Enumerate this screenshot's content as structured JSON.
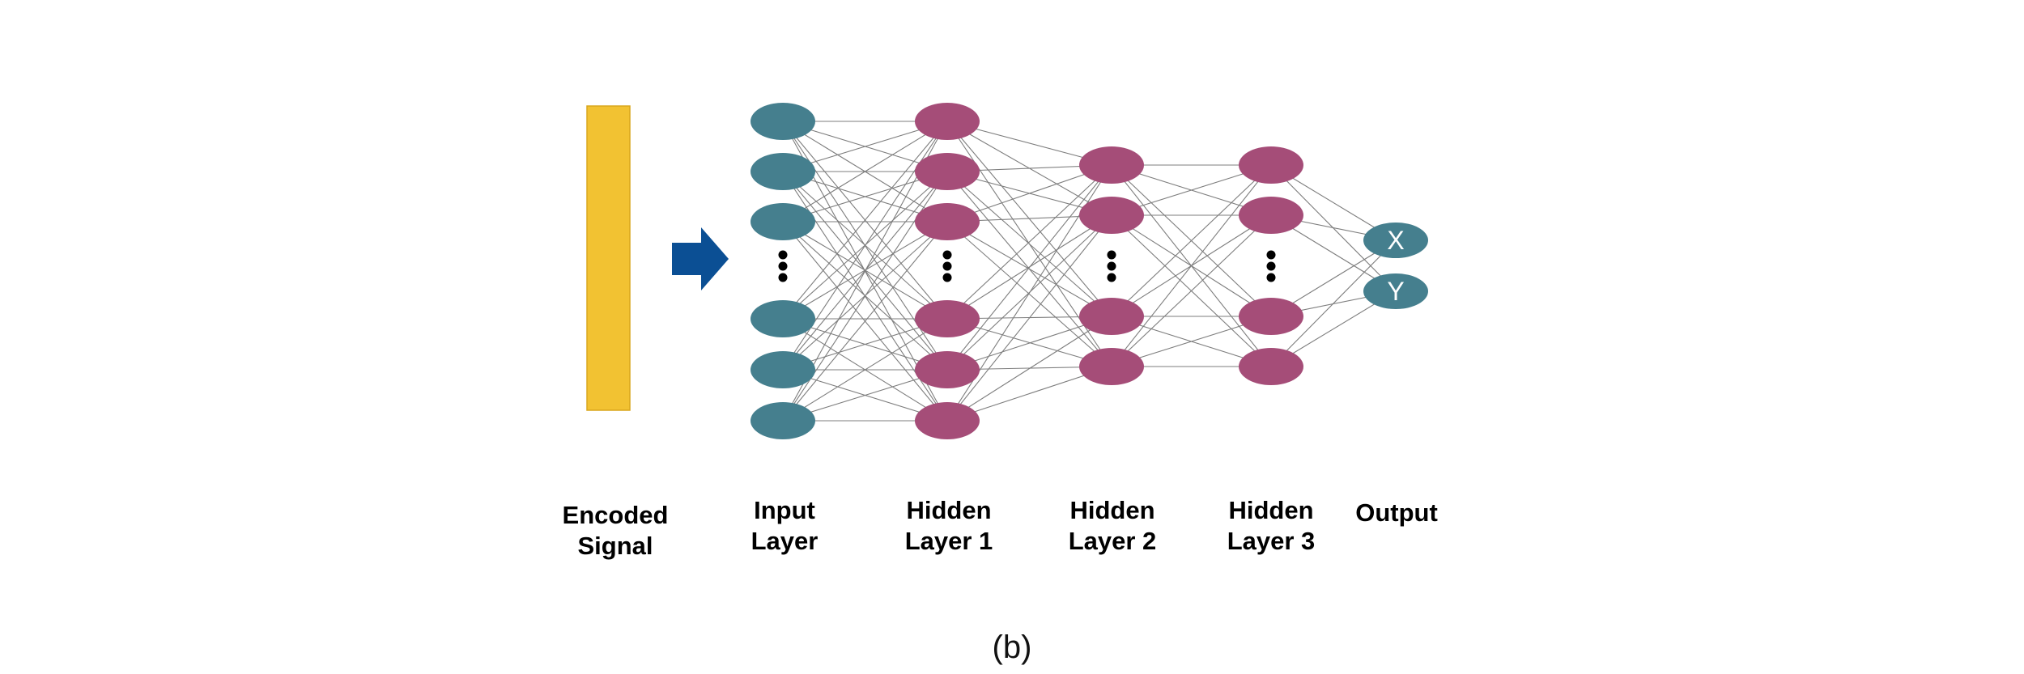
{
  "colors": {
    "signal": "#F2C232",
    "input_node": "#457F8E",
    "hidden_node": "#A54D78",
    "output_node": "#457F8E",
    "arrow": "#0B4F94",
    "connection": "#7d7d7d"
  },
  "labels": {
    "encoded_signal": [
      "Encoded",
      "Signal"
    ],
    "input_layer": [
      "Input",
      "Layer"
    ],
    "hidden_1": [
      "Hidden",
      "Layer 1"
    ],
    "hidden_2": [
      "Hidden",
      "Layer 2"
    ],
    "hidden_3": [
      "Hidden",
      "Layer 3"
    ],
    "output": "Output"
  },
  "output_nodes": [
    "X",
    "Y"
  ],
  "caption": "(b)",
  "layers": [
    {
      "name": "input",
      "visible_nodes": 6,
      "ellipsis": true
    },
    {
      "name": "hidden-1",
      "visible_nodes": 6,
      "ellipsis": true
    },
    {
      "name": "hidden-2",
      "visible_nodes": 4,
      "ellipsis": true
    },
    {
      "name": "hidden-3",
      "visible_nodes": 4,
      "ellipsis": true
    },
    {
      "name": "output",
      "visible_nodes": 2,
      "ellipsis": false
    }
  ],
  "icons": {
    "arrow": "right-arrow-icon",
    "ellipsis": "vertical-ellipsis-icon"
  }
}
